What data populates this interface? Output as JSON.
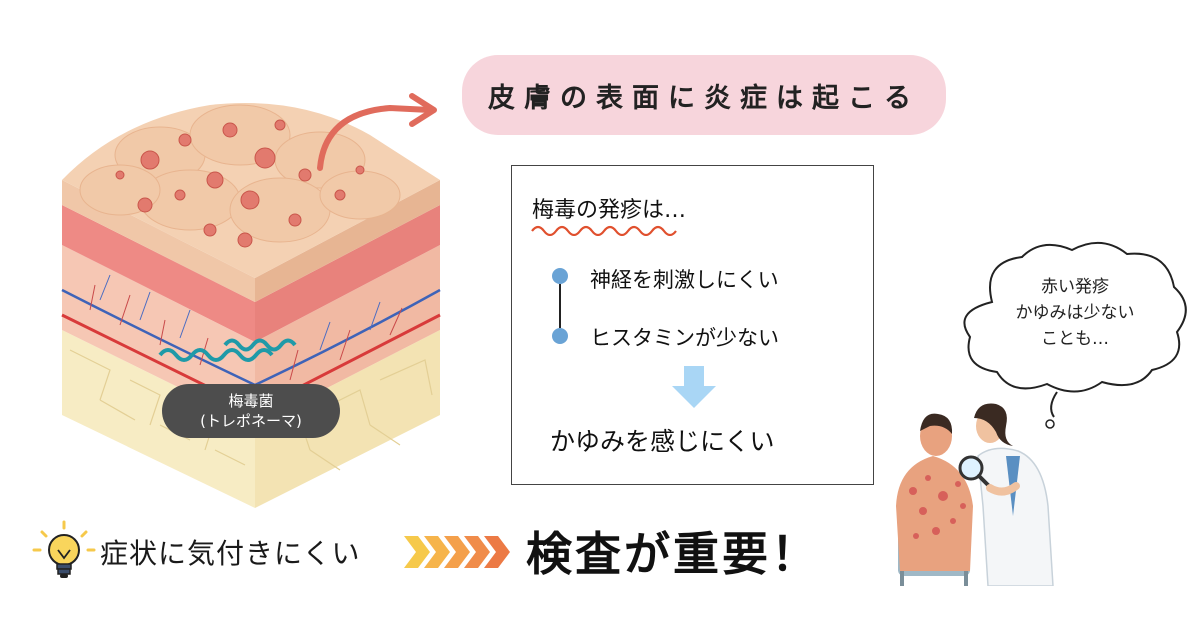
{
  "headline": "皮膚の表面に炎症は起こる",
  "bacteria_label": {
    "line1": "梅毒菌",
    "line2": "(トレポネーマ)"
  },
  "info_box": {
    "heading": "梅毒の発疹は…",
    "points": [
      "神経を刺激しにくい",
      "ヒスタミンが少ない"
    ],
    "conclusion": "かゆみを感じにくい"
  },
  "speech_bubble": {
    "lines": [
      "赤い発疹",
      "かゆみは少ない",
      "ことも…"
    ]
  },
  "bottom": {
    "left_text": "症状に気付きにくい",
    "right_text": "検査が重要！"
  },
  "colors": {
    "pill_background": "#f7d5dc",
    "accent_red": "#e06b5c",
    "timeline_blue": "#6aa3d5",
    "arrow_light_blue": "#a9d6f5",
    "chevron_yellow": "#f6c94b",
    "chevron_orange": "#f08c4a",
    "label_dark": "#4d4d4d"
  },
  "icons": [
    "lightbulb-icon",
    "down-arrow-icon",
    "curved-arrow-icon",
    "chevron-icon"
  ]
}
